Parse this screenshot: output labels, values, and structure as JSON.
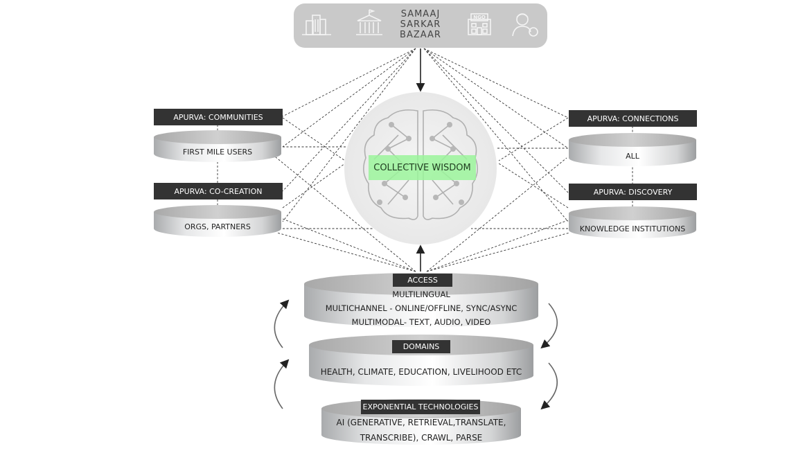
{
  "top_panel": {
    "lines": [
      "SAMAAJ",
      "SARKAR",
      "BAZAAR"
    ],
    "icons": [
      "city-buildings-icon",
      "government-building-icon",
      "ngo-building-icon",
      "businessperson-icon"
    ],
    "ngo_sign": "NGO"
  },
  "center": {
    "label": "COLLECTIVE WISDOM",
    "icon": "brain-network-icon",
    "highlight_color": "#9bf59b"
  },
  "left": [
    {
      "tag": "APURVA: COMMUNITIES",
      "disk": "FIRST MILE USERS"
    },
    {
      "tag": "APURVA: CO-CREATION",
      "disk": "ORGS, PARTNERS"
    }
  ],
  "right": [
    {
      "tag": "APURVA: CONNECTIONS",
      "disk": "ALL"
    },
    {
      "tag": "APURVA: DISCOVERY",
      "disk": "KNOWLEDGE INSTITUTIONS"
    }
  ],
  "stack": [
    {
      "tag": "ACCESS",
      "lines": [
        "MULTILINGUAL",
        "MULTICHANNEL - ONLINE/OFFLINE, SYNC/ASYNC",
        "MULTIMODAL- TEXT, AUDIO, VIDEO"
      ]
    },
    {
      "tag": "DOMAINS",
      "lines": [
        "HEALTH, CLIMATE, EDUCATION, LIVELIHOOD ETC"
      ]
    },
    {
      "tag": "EXPONENTIAL TECHNOLOGIES",
      "lines": [
        "AI (GENERATIVE, RETRIEVAL,TRANSLATE,",
        "TRANSCRIBE), CRAWL, PARSE"
      ]
    }
  ],
  "colors": {
    "tag_bg": "#333333",
    "panel_bg": "#c9c9c9",
    "disk_light": "#f2f2f2",
    "disk_dark": "#b5b5b5"
  }
}
